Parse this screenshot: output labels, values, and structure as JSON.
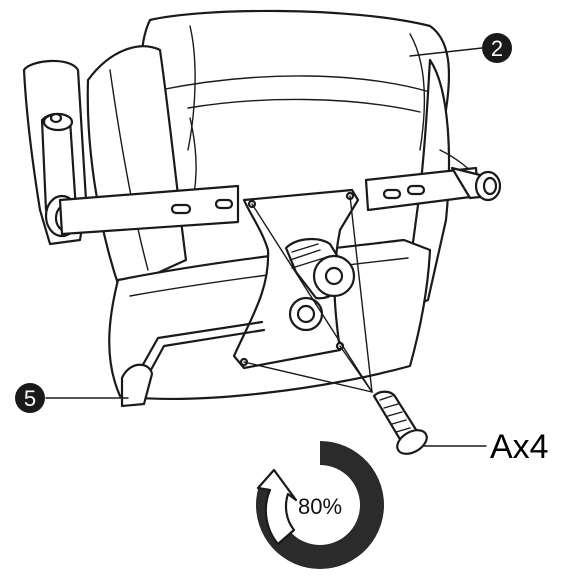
{
  "callouts": [
    {
      "number": "2",
      "target": "seat-back"
    },
    {
      "number": "5",
      "target": "tilt-lever"
    }
  ],
  "parts": [
    {
      "label": "Ax4",
      "target": "bolts"
    }
  ],
  "rotation": {
    "percent_text": "80%",
    "fraction": 0.8,
    "direction": "clockwise"
  },
  "colors": {
    "ink": "#1a1a1a",
    "background": "#ffffff",
    "ring": "#2b2b2b"
  }
}
